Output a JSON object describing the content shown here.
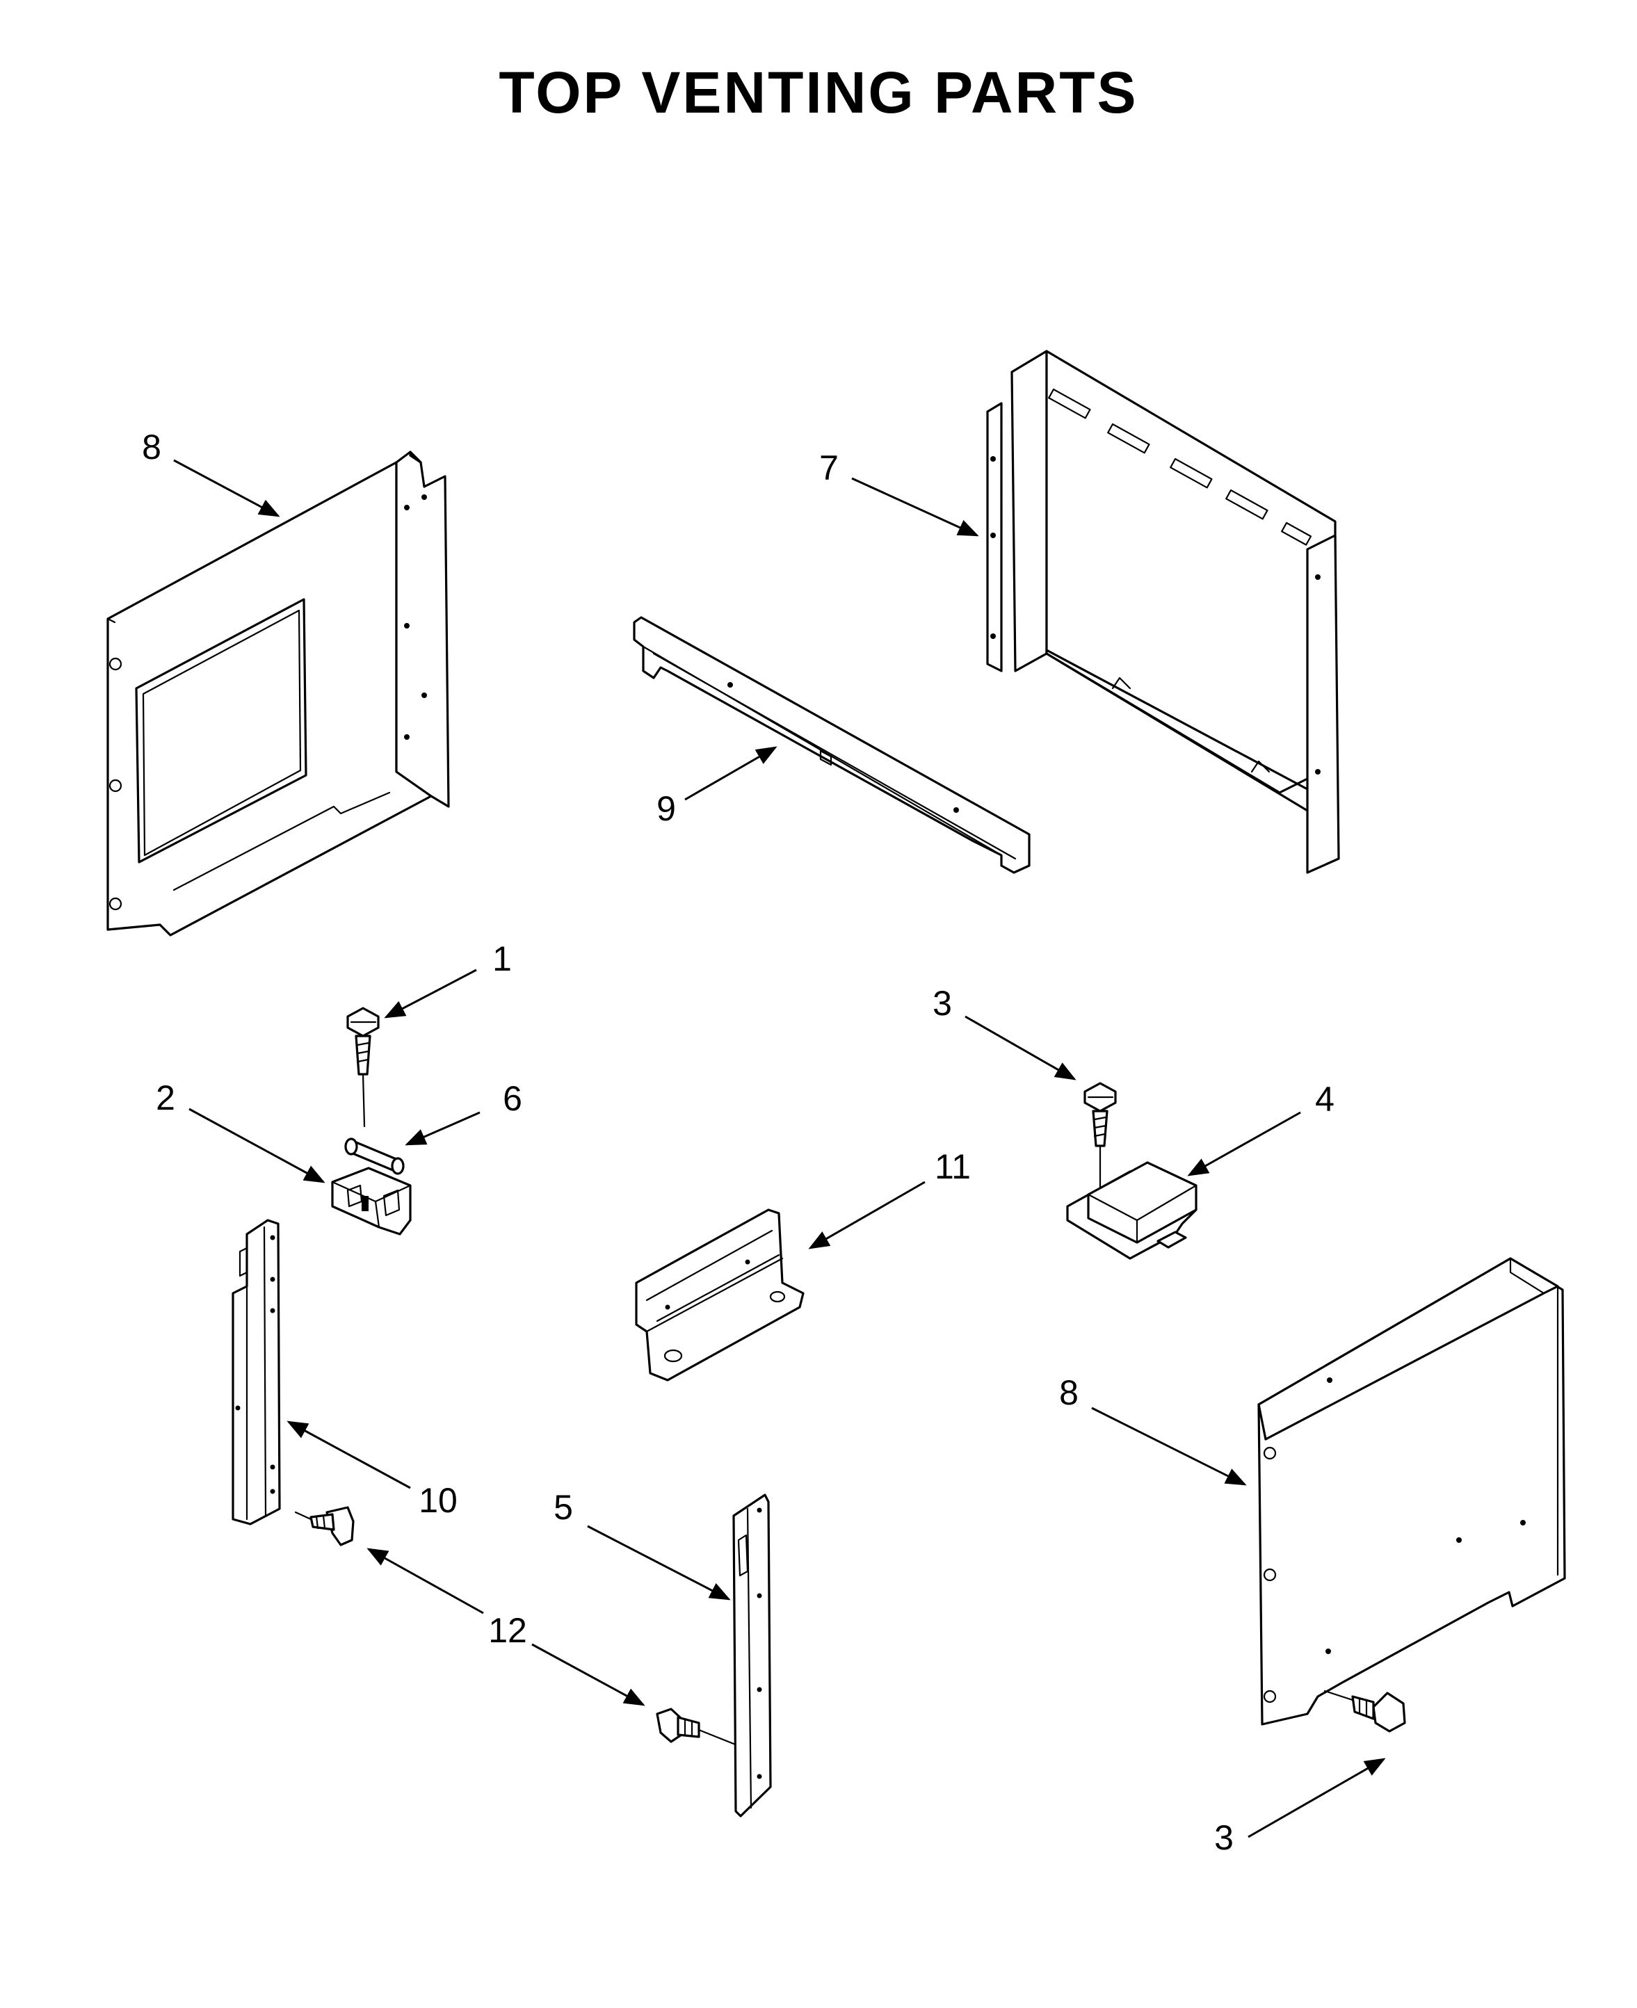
{
  "title": "TOP VENTING PARTS",
  "callouts": [
    {
      "id": "c8a",
      "label": "8"
    },
    {
      "id": "c7",
      "label": "7"
    },
    {
      "id": "c9",
      "label": "9"
    },
    {
      "id": "c1",
      "label": "1"
    },
    {
      "id": "c2",
      "label": "2"
    },
    {
      "id": "c6",
      "label": "6"
    },
    {
      "id": "c3a",
      "label": "3"
    },
    {
      "id": "c4",
      "label": "4"
    },
    {
      "id": "c11",
      "label": "11"
    },
    {
      "id": "c8b",
      "label": "8"
    },
    {
      "id": "c10",
      "label": "10"
    },
    {
      "id": "c5",
      "label": "5"
    },
    {
      "id": "c12",
      "label": "12"
    },
    {
      "id": "c3b",
      "label": "3"
    }
  ],
  "colors": {
    "line": "#000000",
    "background": "#ffffff"
  }
}
